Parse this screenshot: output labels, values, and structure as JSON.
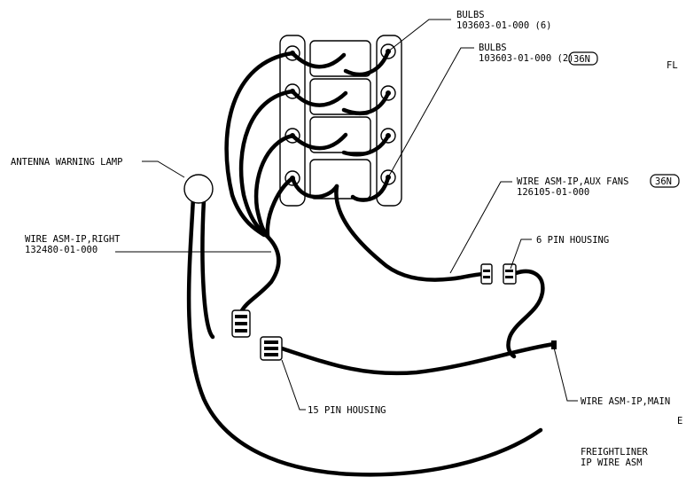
{
  "labels": {
    "bulbs_1_title": "BULBS",
    "bulbs_1_part": "103603-01-000 (6)",
    "bulbs_2_title": "BULBS",
    "bulbs_2_part": "103603-01-000 (2)",
    "bulbs_2_tag": "36N",
    "corner_fl": "FL",
    "antenna_lamp": "ANTENNA WARNING LAMP",
    "aux_fans_title": "WIRE ASM-IP,AUX FANS",
    "aux_fans_tag": "36N",
    "aux_fans_part": "126105-01-000",
    "right_title": "WIRE ASM-IP,RIGHT",
    "right_part": "132480-01-000",
    "six_pin": "6 PIN HOUSING",
    "fifteen_pin": "15 PIN HOUSING",
    "main_wire": "WIRE ASM-IP,MAIN",
    "edge_letter": "E",
    "company": "FREIGHTLINER",
    "assembly": "IP WIRE ASM"
  }
}
